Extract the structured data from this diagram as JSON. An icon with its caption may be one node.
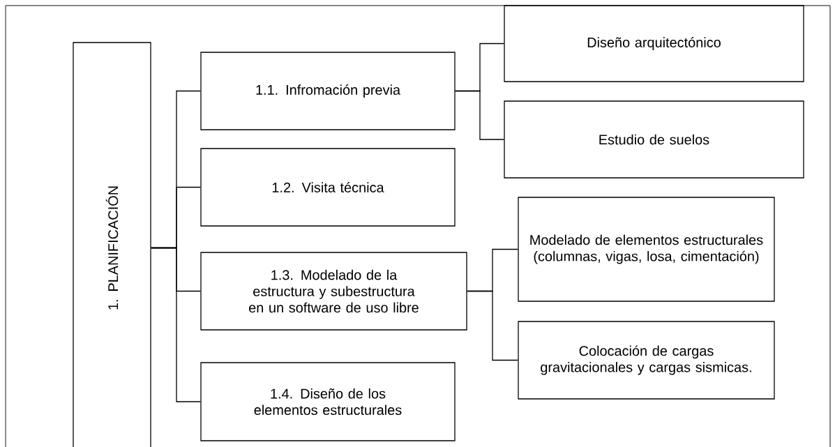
{
  "diagram": {
    "nodes": [
      {
        "text": [
          "1. PLANIFICACIÓN"
        ]
      },
      {
        "text": [
          "1.1. Infromación previa"
        ]
      },
      {
        "text": [
          "1.2. Visita técnica"
        ]
      },
      {
        "text": [
          "1.3. Modelado de la estructura y subestructura en un software de uso libre"
        ]
      },
      {
        "text": [
          "1.4. Diseño de los elementos estructurales"
        ]
      },
      {
        "text": [
          "Diseño arquitectónico"
        ]
      },
      {
        "text": [
          "Estudio de suelos"
        ]
      },
      {
        "text": [
          "Modelado de elementos estructurales (columnas, vigas, losa, cimentación)"
        ]
      },
      {
        "text": [
          "Colocación de cargas gravitacionales y cargas sismicas."
        ]
      }
    ],
    "edges": [
      {
        "from": 0,
        "to": 1,
        "arrow": "none"
      },
      {
        "from": 0,
        "to": 2,
        "arrow": "none"
      },
      {
        "from": 0,
        "to": 3,
        "arrow": "none"
      },
      {
        "from": 0,
        "to": 4,
        "arrow": "none"
      },
      {
        "from": 1,
        "to": 5,
        "arrow": "none"
      },
      {
        "from": 1,
        "to": 6,
        "arrow": "none"
      },
      {
        "from": 3,
        "to": 7,
        "arrow": "none"
      },
      {
        "from": 3,
        "to": 8,
        "arrow": "none"
      }
    ]
  }
}
